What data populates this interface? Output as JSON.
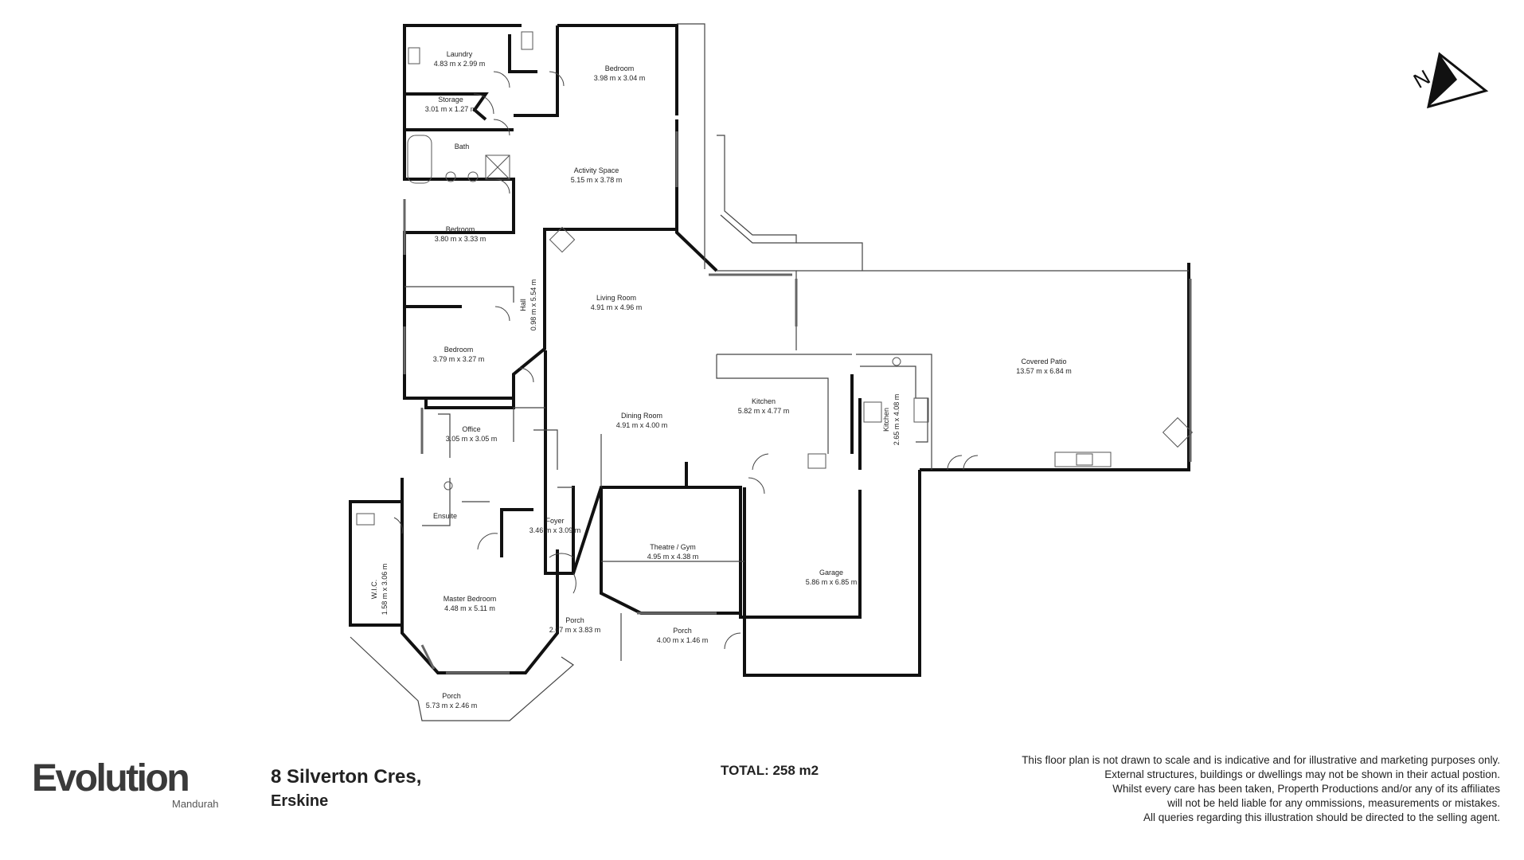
{
  "rooms": [
    {
      "id": "laundry",
      "name": "Laundry",
      "dims": "4.83 m x 2.99 m"
    },
    {
      "id": "bedroom-1",
      "name": "Bedroom",
      "dims": "3.98 m x 3.04 m"
    },
    {
      "id": "storage",
      "name": "Storage",
      "dims": "3.01 m x 1.27 m"
    },
    {
      "id": "bath",
      "name": "Bath",
      "dims": ""
    },
    {
      "id": "activity-space",
      "name": "Activity Space",
      "dims": "5.15 m x 3.78 m"
    },
    {
      "id": "bedroom-2",
      "name": "Bedroom",
      "dims": "3.80 m x 3.33 m"
    },
    {
      "id": "living-room",
      "name": "Living Room",
      "dims": "4.91 m x 4.96 m"
    },
    {
      "id": "hall",
      "name": "Hall",
      "dims": "0.98 m x 5.54 m"
    },
    {
      "id": "bedroom-3",
      "name": "Bedroom",
      "dims": "3.79 m x 3.27 m"
    },
    {
      "id": "covered-patio",
      "name": "Covered Patio",
      "dims": "13.57 m x 6.84 m"
    },
    {
      "id": "kitchen",
      "name": "Kitchen",
      "dims": "5.82 m x 4.77 m"
    },
    {
      "id": "kitchen-2",
      "name": "Kitchen",
      "dims": "2.65 m x 4.08 m"
    },
    {
      "id": "office",
      "name": "Office",
      "dims": "3.05 m x 3.05 m"
    },
    {
      "id": "dining-room",
      "name": "Dining Room",
      "dims": "4.91 m x 4.00 m"
    },
    {
      "id": "ensuite",
      "name": "Ensuite",
      "dims": ""
    },
    {
      "id": "foyer",
      "name": "Foyer",
      "dims": "3.46 m x 3.09 m"
    },
    {
      "id": "theatre-gym",
      "name": "Theatre / Gym",
      "dims": "4.95 m x 4.38 m"
    },
    {
      "id": "garage",
      "name": "Garage",
      "dims": "5.86 m x 6.85 m"
    },
    {
      "id": "wic",
      "name": "W.I.C.",
      "dims": "1.58 m x 3.06 m"
    },
    {
      "id": "master-bedroom",
      "name": "Master Bedroom",
      "dims": "4.48 m x 5.11 m"
    },
    {
      "id": "porch-1",
      "name": "Porch",
      "dims": "2.67 m x 3.83 m"
    },
    {
      "id": "porch-2",
      "name": "Porch",
      "dims": "4.00 m x 1.46 m"
    },
    {
      "id": "porch-3",
      "name": "Porch",
      "dims": "5.73 m x 2.46 m"
    }
  ],
  "compass": {
    "label": "N"
  },
  "footer": {
    "brand": "Evolution",
    "brand_sub": "Mandurah",
    "address_line1": "8 Silverton Cres,",
    "address_line2": "Erskine",
    "total": "TOTAL: 258 m2",
    "disclaimer": [
      "This floor plan is not drawn to scale and is indicative and for illustrative and marketing purposes only.",
      "External structures, buildings or dwellings may not be shown in their actual postion.",
      "Whilst every care has been taken, Properth Productions and/or any of its affiliates",
      "will not be held liable for any ommissions, measurements or mistakes.",
      "All queries regarding this illustration should be directed to the selling agent."
    ]
  }
}
